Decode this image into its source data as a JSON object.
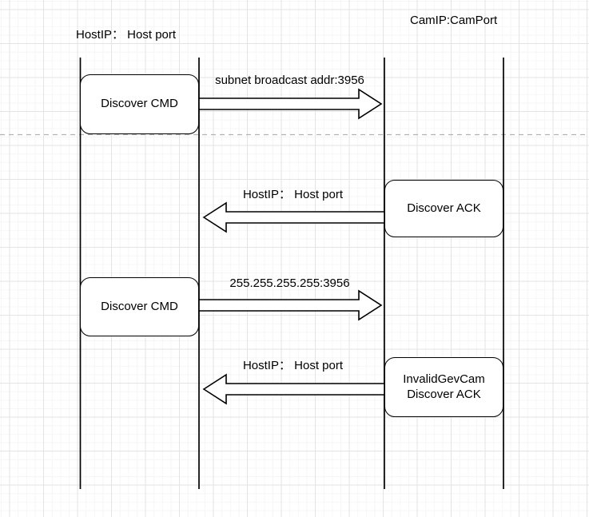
{
  "actors": {
    "host": "HostIP： Host port",
    "camera": "CamIP:CamPort"
  },
  "nodes": [
    {
      "label": "Discover CMD"
    },
    {
      "label": "Discover ACK"
    },
    {
      "label": "Discover CMD"
    },
    {
      "label": "InvalidGevCam\nDiscover ACK"
    }
  ],
  "messages": [
    {
      "label": "subnet broadcast addr:3956",
      "direction": "right"
    },
    {
      "label": "HostIP： Host port",
      "direction": "left"
    },
    {
      "label": "255.255.255.255:3956",
      "direction": "right"
    },
    {
      "label": "HostIP： Host port",
      "direction": "left"
    }
  ],
  "colors": {
    "stroke": "#000000",
    "shape_fill": "#ffffff",
    "grid_major": "#e4e4e4",
    "grid_minor": "#f6f6f6",
    "divider_dash": "#b3b3b3"
  }
}
